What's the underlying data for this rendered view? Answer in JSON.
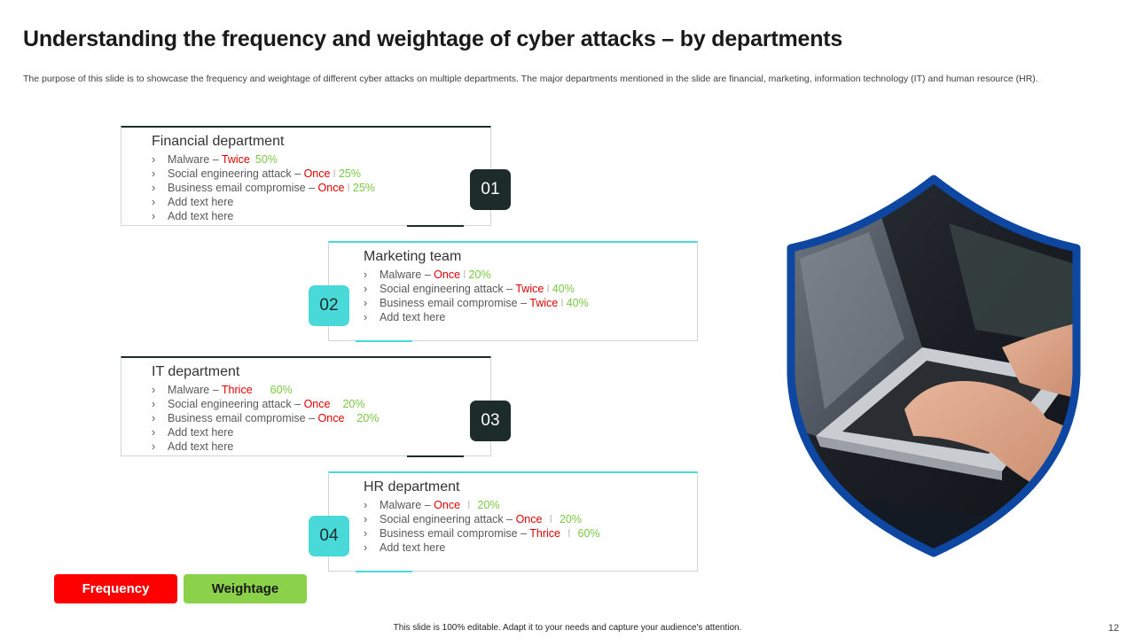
{
  "title": "Understanding the frequency and weightage of cyber attacks – by departments",
  "subtitle": "The purpose of this slide is to showcase the frequency and weightage of different cyber attacks on multiple departments. The major departments mentioned in the slide are financial, marketing, information technology (IT) and human resource (HR).",
  "departments": [
    {
      "number": "01",
      "name": "Financial department",
      "items": [
        {
          "text": "Malware  – ",
          "frequency": "Twice",
          "separator": "",
          "weightage": "50%"
        },
        {
          "text": "Social engineering  attack  – ",
          "frequency": "Once",
          "separator": "I",
          "weightage": "25%"
        },
        {
          "text": "Business email compromise – ",
          "frequency": "Once",
          "separator": "I",
          "weightage": "25%"
        },
        {
          "text": "Add text here",
          "frequency": "",
          "separator": "",
          "weightage": ""
        },
        {
          "text": "Add text here",
          "frequency": "",
          "separator": "",
          "weightage": ""
        }
      ]
    },
    {
      "number": "02",
      "name": "Marketing team",
      "items": [
        {
          "text": "Malware   – ",
          "frequency": "Once",
          "separator": "I",
          "weightage": "20%"
        },
        {
          "text": "Social engineering  attack  – ",
          "frequency": "Twice",
          "separator": "I",
          "weightage": "40%"
        },
        {
          "text": "Business email compromise – ",
          "frequency": "Twice",
          "separator": "I",
          "weightage": "40%"
        },
        {
          "text": "Add text here",
          "frequency": "",
          "separator": "",
          "weightage": ""
        }
      ]
    },
    {
      "number": "03",
      "name": "IT department",
      "items": [
        {
          "text": "Malware   – ",
          "frequency": "Thrice",
          "separator": "",
          "weightage": "60%"
        },
        {
          "text": "Social engineering  attack  – ",
          "frequency": "Once",
          "separator": "",
          "weightage": "20%"
        },
        {
          "text": "Business email compromise – ",
          "frequency": "Once",
          "separator": "",
          "weightage": "20%"
        },
        {
          "text": "Add text here",
          "frequency": "",
          "separator": "",
          "weightage": ""
        },
        {
          "text": "Add text here",
          "frequency": "",
          "separator": "",
          "weightage": ""
        }
      ]
    },
    {
      "number": "04",
      "name": "HR department",
      "items": [
        {
          "text": "Malware   – ",
          "frequency": "Once",
          "separator": "I",
          "weightage": "20%"
        },
        {
          "text": "Social engineering  attack  – ",
          "frequency": "Once",
          "separator": "I",
          "weightage": "20%"
        },
        {
          "text": "Business email compromise – ",
          "frequency": "Thrice",
          "separator": "I",
          "weightage": "60%"
        },
        {
          "text": "Add text here",
          "frequency": "",
          "separator": "",
          "weightage": ""
        }
      ]
    }
  ],
  "legend": {
    "frequency_label": "Frequency",
    "weightage_label": "Weightage",
    "frequency_color": "#ff0000",
    "weightage_color": "#8cd14a"
  },
  "footer": "This slide is 100% editable.  Adapt it to your needs and capture your audience's attention.",
  "page_number": "12",
  "icons": {
    "bullet": "›",
    "shield_image": "shield-laptop-photo-icon"
  },
  "colors": {
    "dark_accent": "#1d2b2b",
    "teal_accent": "#4ad9d9",
    "shield_border": "#0d47a1"
  }
}
